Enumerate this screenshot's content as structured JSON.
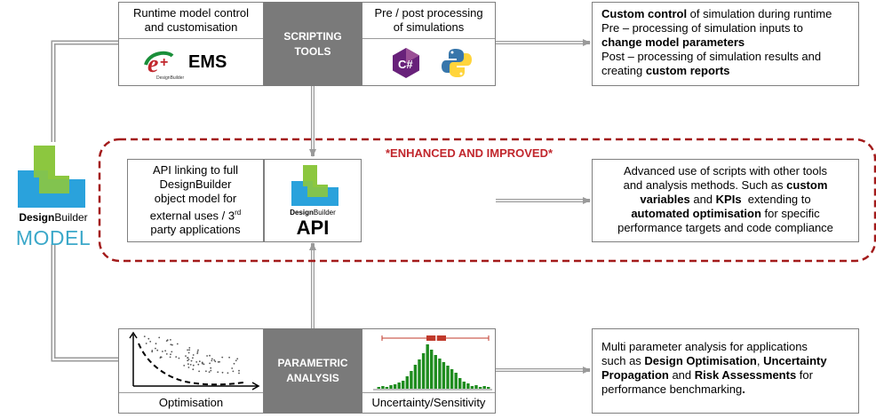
{
  "scripting": {
    "left_label_line1": "Runtime model control",
    "left_label_line2": "and customisation",
    "ems_label": "EMS",
    "ems_small": "DesignBuilder",
    "band_line1": "SCRIPTING",
    "band_line2": "TOOLS",
    "right_label_line1": "Pre / post processing",
    "right_label_line2": "of simulations",
    "csharp_glyph": "C#",
    "desc": {
      "l1_b": "Custom control",
      "l1_r": " of simulation during runtime",
      "l2_r": "Pre – processing of simulation inputs to",
      "l3_b": "change model parameters",
      "l4_r": "Post – processing of simulation results and",
      "l5_r": "creating ",
      "l5_b": "custom reports"
    }
  },
  "model": {
    "brand_bold": "Design",
    "brand_rest": "Builder",
    "label": "MODEL"
  },
  "api": {
    "banner": "*ENHANCED AND IMPROVED*",
    "left_line1": "API linking to full",
    "left_line2": "DesignBuilder",
    "left_line3": "object model for",
    "left_line4": "external uses / 3",
    "left_sup": "rd",
    "left_line5": "party applications",
    "logo_small_bold": "Design",
    "logo_small_rest": "Builder",
    "logo_label": "API",
    "desc": {
      "l1": "Advanced use of scripts with other tools",
      "l2_r": "and analysis methods. Such as ",
      "l2_b": "custom",
      "l3_b1": "variables",
      "l3_r1": " and ",
      "l3_b2": "KPIs",
      "l3_r2": "  extending to",
      "l4_b": "automated optimisation",
      "l4_r": " for specific",
      "l5": "performance targets and code compliance"
    }
  },
  "parametric": {
    "band_line1": "PARAMETRIC",
    "band_line2": "ANALYSIS",
    "left_caption": "Optimisation",
    "right_caption": "Uncertainty/Sensitivity",
    "histogram_values": [
      2,
      3,
      2,
      4,
      5,
      7,
      9,
      14,
      20,
      27,
      33,
      40,
      50,
      44,
      38,
      34,
      30,
      26,
      22,
      18,
      12,
      8,
      6,
      3,
      4,
      2,
      3,
      2
    ],
    "desc": {
      "l1": "Multi parameter analysis for applications",
      "l2_r": "such as ",
      "l2_b1": "Design Optimisation",
      "l2_r2": ", ",
      "l2_b2": "Uncertainty",
      "l3_b1": "Propagation",
      "l3_r1": " and ",
      "l3_b2": "Risk Assessments",
      "l3_r2": " for",
      "l4_r": "performance benchmarking",
      "l4_b": "."
    }
  },
  "colors": {
    "band_grey": "#7a7a7a",
    "model_blue": "#3ba8c9",
    "dashed_red": "#a31b1b",
    "histogram_green": "#1e8c1e",
    "logo_green": "#8cc63f",
    "logo_blue": "#2aa2dc"
  }
}
